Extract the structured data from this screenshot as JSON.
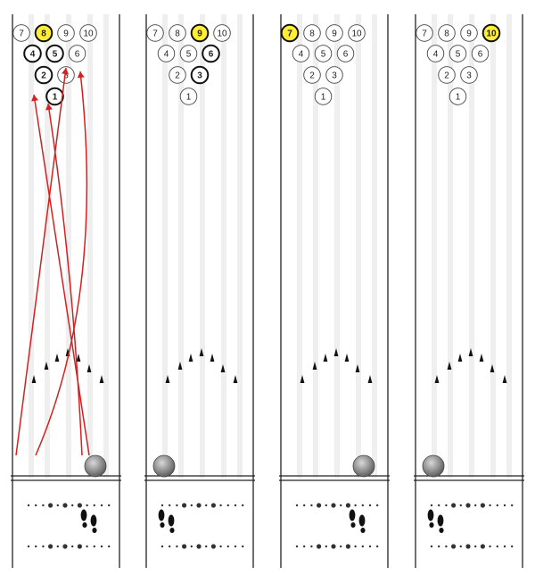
{
  "colors": {
    "lane_line": "#222222",
    "lane_board": "#efefef",
    "pin_stroke": "#444444",
    "pin_fill": "#ffffff",
    "pin_highlight": "#ffee33",
    "arrow": "#d42020",
    "ball": "#8a8a8a",
    "dot": "#333333",
    "marker": "#111111"
  },
  "pin_labels": [
    "7",
    "8",
    "9",
    "10",
    "4",
    "5",
    "6",
    "2",
    "3",
    "1"
  ],
  "diagrams": [
    {
      "target_pin": "8",
      "highlighted_pin": "8",
      "bold_pins": [
        "8",
        "4",
        "5",
        "2",
        "1"
      ],
      "ball_side": "right",
      "path": "curve-left"
    },
    {
      "target_pin": "9",
      "highlighted_pin": "9",
      "bold_pins": [
        "9",
        "6",
        "3"
      ],
      "ball_side": "left",
      "path": "curve-right"
    },
    {
      "target_pin": "7",
      "highlighted_pin": "7",
      "bold_pins": [
        "7"
      ],
      "ball_side": "right",
      "path": "straight-left"
    },
    {
      "target_pin": "10",
      "highlighted_pin": "10",
      "bold_pins": [
        "10"
      ],
      "ball_side": "left",
      "path": "straight-right"
    }
  ]
}
